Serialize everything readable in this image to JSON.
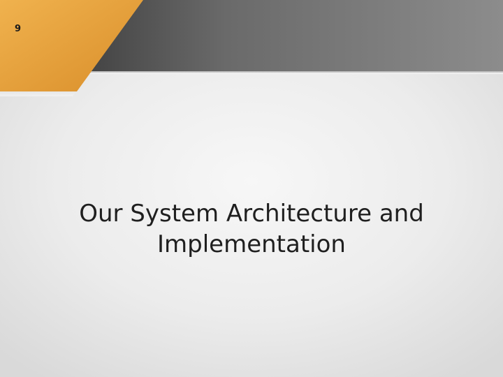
{
  "slide": {
    "page_number": "9",
    "title_line_1": "Our System Architecture and",
    "title_line_2": "Implementation"
  },
  "colors": {
    "accent_orange": "#e8a23e",
    "band_dark": "#2c2c2c",
    "band_light": "#8c8c8c",
    "background": "#ececec",
    "text": "#1f1f1f"
  }
}
